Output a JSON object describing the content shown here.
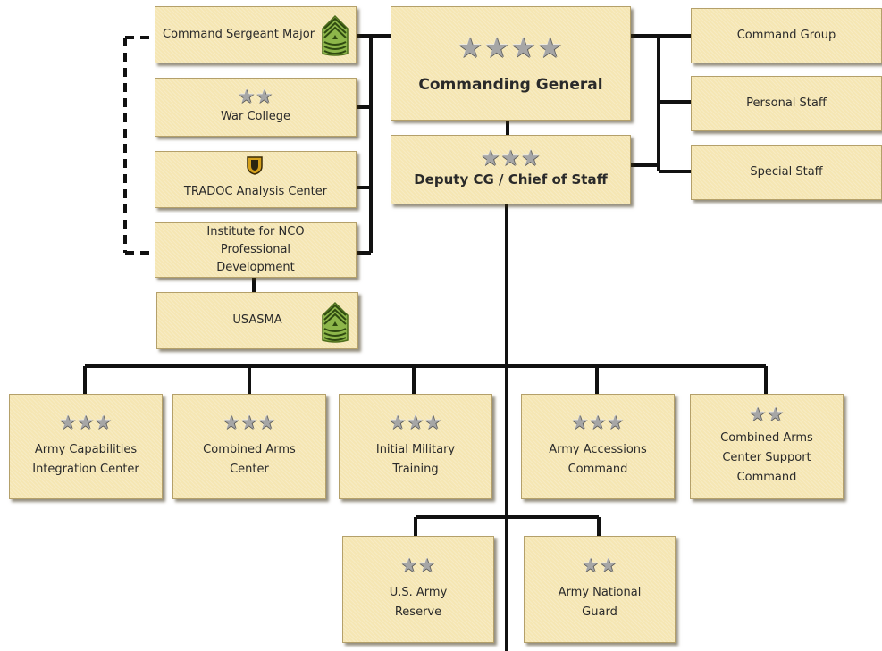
{
  "top": {
    "commanding_general": {
      "stars": "★★★★",
      "label": "Commanding General"
    },
    "deputy_cg": {
      "stars": "★★★",
      "label": "Deputy CG / Chief of Staff"
    }
  },
  "left": {
    "csm": {
      "label": "Command Sergeant Major",
      "icon": "sergeant-major-chevron-icon"
    },
    "war_college": {
      "stars": "★★",
      "label": "War College"
    },
    "trac": {
      "label": "TRADOC Analysis  Center",
      "icon": "trac-emblem-icon"
    },
    "inco": {
      "lines": [
        "Institute for NCO",
        "Professional",
        "Development"
      ]
    },
    "usasma": {
      "label": "USASMA",
      "icon": "sergeant-major-chevron-icon"
    }
  },
  "right": {
    "command_group": "Command Group",
    "personal_staff": "Personal Staff",
    "special_staff": "Special Staff"
  },
  "commands": [
    {
      "stars": "★★★",
      "lines": [
        "Army Capabilities",
        "Integration Center"
      ]
    },
    {
      "stars": "★★★",
      "lines": [
        "Combined Arms",
        "Center"
      ]
    },
    {
      "stars": "★★★",
      "lines": [
        "Initial Military",
        "Training"
      ]
    },
    {
      "stars": "★★★",
      "lines": [
        "Army Accessions",
        "Command"
      ]
    },
    {
      "stars": "★★",
      "lines": [
        "Combined Arms",
        "Center Support",
        "Command"
      ]
    }
  ],
  "reserve": [
    {
      "stars": "★★",
      "lines": [
        "U.S. Army",
        "Reserve"
      ]
    },
    {
      "stars": "★★",
      "lines": [
        "Army National",
        "Guard"
      ]
    }
  ]
}
